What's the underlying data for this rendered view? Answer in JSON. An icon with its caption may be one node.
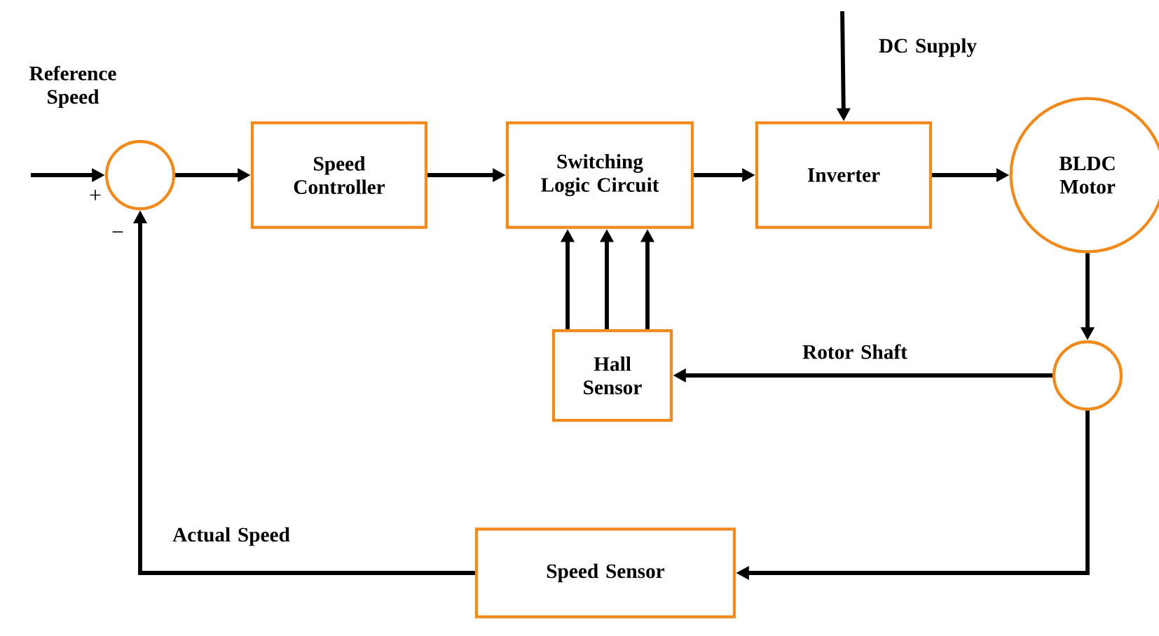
{
  "diagram": {
    "nodes": [
      {
        "text": [],
        "shape": "circle"
      },
      {
        "text": [
          "Speed Controller"
        ]
      },
      {
        "text": [
          "Switching Logic Circuit"
        ]
      },
      {
        "text": [
          "Inverter"
        ]
      },
      {
        "text": [
          "BLDC Motor"
        ]
      },
      {
        "text": [],
        "shape": "circle"
      },
      {
        "text": [
          "Hall Sensor"
        ]
      },
      {
        "text": [
          "Speed Sensor"
        ]
      }
    ],
    "edges": [
      {
        "from": null,
        "to": 0,
        "arrow": "to",
        "label": "Reference Speed"
      },
      {
        "from": 0,
        "to": 1,
        "arrow": "to"
      },
      {
        "from": 1,
        "to": 2,
        "arrow": "to"
      },
      {
        "from": 2,
        "to": 3,
        "arrow": "to"
      },
      {
        "from": null,
        "to": 3,
        "arrow": "to",
        "label": "DC Supply"
      },
      {
        "from": 3,
        "to": 4,
        "arrow": "to"
      },
      {
        "from": 4,
        "to": 5,
        "arrow": "to"
      },
      {
        "from": 5,
        "to": 6,
        "arrow": "to",
        "label": "Rotor Shaft"
      },
      {
        "from": 6,
        "to": 2,
        "arrow": "to"
      },
      {
        "from": 6,
        "to": 2,
        "arrow": "to"
      },
      {
        "from": 6,
        "to": 2,
        "arrow": "to"
      },
      {
        "from": 5,
        "to": 7,
        "arrow": "to"
      },
      {
        "from": 7,
        "to": 0,
        "arrow": "to",
        "label": "Actual Speed"
      }
    ],
    "labels": [
      "+",
      "−"
    ]
  }
}
